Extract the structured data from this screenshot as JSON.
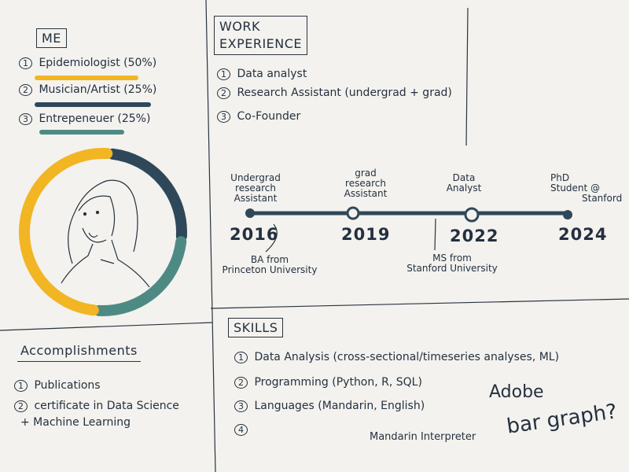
{
  "me": {
    "title": "ME",
    "items": [
      {
        "num": "1",
        "text": "Epidemiologist (50%)",
        "color": "#f2b523"
      },
      {
        "num": "2",
        "text": "Musician/Artist (25%)",
        "color": "#2f4859"
      },
      {
        "num": "3",
        "text": "Entrepeneuer (25%)",
        "color": "#4e8a84"
      }
    ]
  },
  "donut": {
    "segments": [
      {
        "name": "Epidemiologist",
        "value": 50,
        "color": "#f2b523"
      },
      {
        "name": "Musician/Artist",
        "value": 25,
        "color": "#2f4859"
      },
      {
        "name": "Entrepeneuer",
        "value": 25,
        "color": "#4e8a84"
      }
    ]
  },
  "work": {
    "title_line1": "WORK",
    "title_line2": "EXPERIENCE",
    "items": [
      {
        "num": "1",
        "text": "Data analyst"
      },
      {
        "num": "2",
        "text": "Research Assistant (undergrad + grad)"
      },
      {
        "num": "3",
        "text": "Co-Founder"
      }
    ]
  },
  "timeline": {
    "top_labels": [
      {
        "line1": "Undergrad",
        "line2": "research Assistant"
      },
      {
        "line1": "grad",
        "line2": "research Assistant"
      },
      {
        "line1": "Data",
        "line2": "Analyst"
      },
      {
        "line1": "PhD",
        "line2": "Student @",
        "line3": "Stanford"
      }
    ],
    "years": [
      "2016",
      "2019",
      "2022",
      "2024"
    ],
    "bottom_labels": [
      {
        "line1": "BA from",
        "line2": "Princeton University"
      },
      {
        "line1": "MS from",
        "line2": "Stanford University"
      }
    ]
  },
  "accomplishments": {
    "title": "Accomplishments",
    "items": [
      {
        "num": "1",
        "text": "Publications"
      },
      {
        "num": "2",
        "text": "certificate in Data Science",
        "text2": "+ Machine Learning"
      }
    ]
  },
  "skills": {
    "title": "SKILLS",
    "items": [
      {
        "num": "1",
        "text": "Data Analysis (cross-sectional/timeseries analyses, ML)"
      },
      {
        "num": "2",
        "text": "Programming (Python, R, SQL)"
      },
      {
        "num": "3",
        "text": "Languages (Mandarin, English)"
      },
      {
        "num": "4",
        "text": ""
      }
    ],
    "notes": {
      "adobe": "Adobe",
      "interpreter": "Mandarin Interpreter",
      "bargraph": "bar graph?"
    }
  }
}
